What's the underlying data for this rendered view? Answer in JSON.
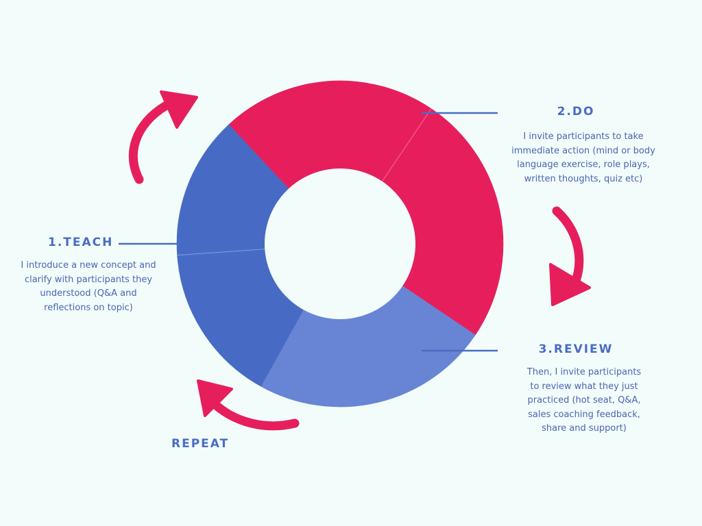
{
  "colors": {
    "background": "#f2fcfb",
    "pink": "#e61f5c",
    "blue": "#476bc5",
    "light_blue": "#6785d4",
    "text": "#4a6cc4"
  },
  "segments": [
    {
      "name": "do",
      "start_deg": -56,
      "end_deg": 34,
      "color": "#e61f5c"
    },
    {
      "name": "do-upper",
      "start_deg": -133,
      "end_deg": -56,
      "color": "#e61f5c"
    },
    {
      "name": "review",
      "start_deg": 34,
      "end_deg": 119,
      "color": "#6785d4"
    },
    {
      "name": "teach-lower",
      "start_deg": 119,
      "end_deg": 176,
      "color": "#476bc5"
    },
    {
      "name": "teach-upper",
      "start_deg": 176,
      "end_deg": 227,
      "color": "#476bc5"
    }
  ],
  "steps": {
    "teach": {
      "title": "1.TEACH",
      "description": "I introduce a new concept and\nclarify with participants they\nunderstood (Q&A and\nreflections on topic)"
    },
    "do": {
      "title": "2.DO",
      "description": "I invite participants to take\nimmediate action (mind or body\nlanguage exercise, role plays,\nwritten thoughts, quiz etc)"
    },
    "review": {
      "title": "3.REVIEW",
      "description": "Then, I invite participants\nto review what they just\npracticed (hot seat, Q&A,\nsales coaching feedback,\nshare and support)"
    },
    "repeat": {
      "title": "REPEAT"
    }
  },
  "icons": [
    "curved-arrow-icon",
    "curved-arrow-icon",
    "curved-arrow-icon"
  ]
}
